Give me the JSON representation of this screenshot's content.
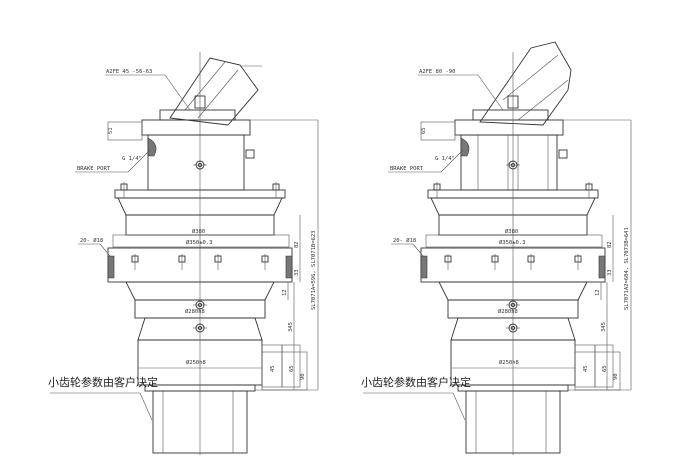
{
  "drawings": [
    {
      "motor_label": "A2FE 45 -56-63",
      "port_size": "G 1/4\"",
      "brake_port": "BRAKE PORT",
      "bolt_holes": "20- Ø18",
      "flange_od": "Ø380",
      "bolt_circle": "Ø350±0.3",
      "pilot_1": "Ø280h8",
      "pilot_2": "Ø250h8",
      "pinion_note": "小齿轮参数由客户决定",
      "overall_length": "SL7071A=596, SL7071B=623",
      "dims": {
        "top": "51",
        "d82": "82",
        "d33": "33",
        "d12": "12",
        "d345": "345",
        "d45": "45",
        "d65": "65",
        "d90": "90"
      }
    },
    {
      "motor_label": "A2FE 80 -90",
      "port_size": "G 1/4\"",
      "brake_port": "BRAKE PORT",
      "bolt_holes": "20- Ø18",
      "flange_od": "Ø380",
      "bolt_circle": "Ø350±0.3",
      "pilot_1": "Ø280h8",
      "pilot_2": "Ø250h8",
      "pinion_note": "小齿轮参数由客户决定",
      "overall_length": "SL7071A2=604, SL7073B=641",
      "dims": {
        "top": "65",
        "d82": "82",
        "d33": "33",
        "d12": "12",
        "d345": "345",
        "d45": "45",
        "d65": "65",
        "d90": "90"
      }
    }
  ]
}
